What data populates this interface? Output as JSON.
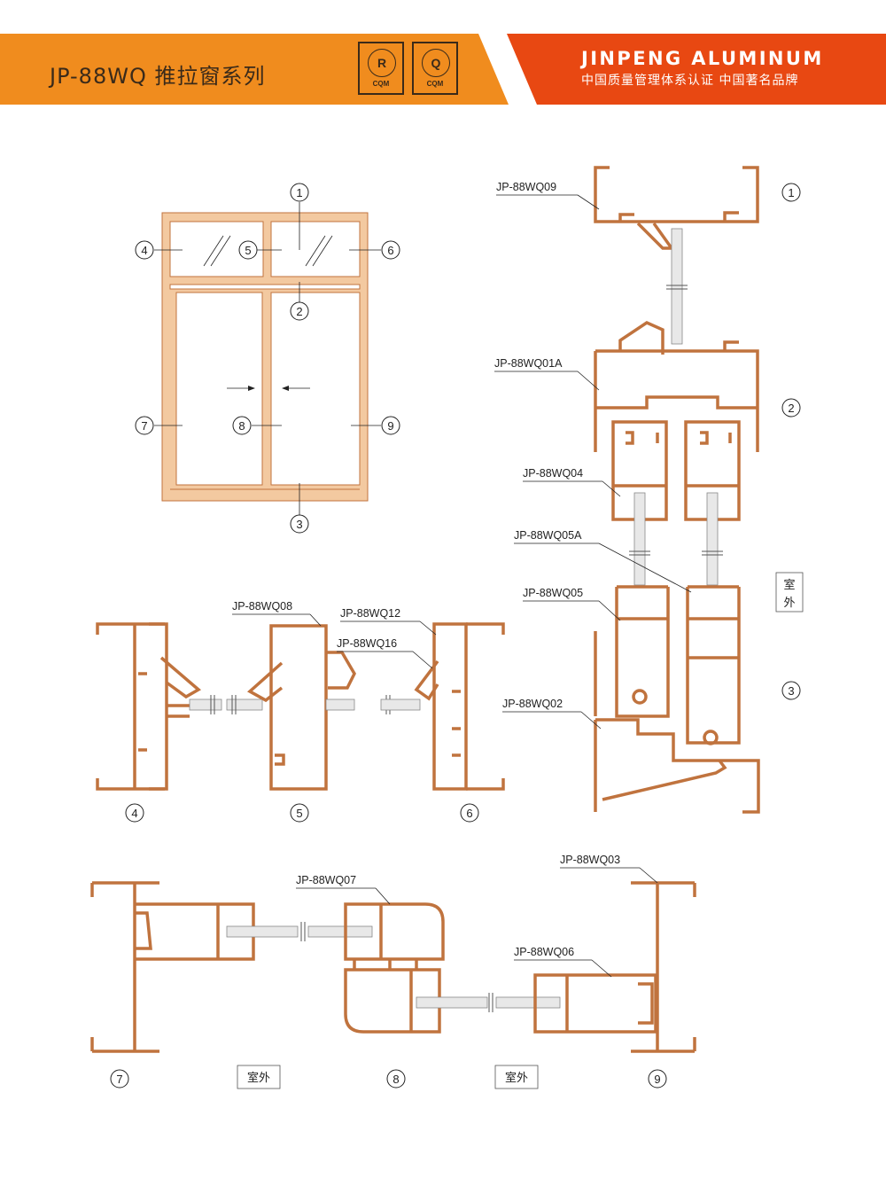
{
  "header": {
    "title": "JP-88WQ 推拉窗系列",
    "brand": "JINPENG ALUMINUM",
    "brand_sub": "中国质量管理体系认证 中国著名品牌",
    "badges": [
      {
        "symbol": "R",
        "caption": "CQM"
      },
      {
        "symbol": "Q",
        "caption": "CQM"
      }
    ],
    "colors": {
      "orange": "#f08c1e",
      "red_orange": "#e84812",
      "dark": "#3a2a1a"
    }
  },
  "elevation": {
    "markers": [
      "1",
      "2",
      "3",
      "4",
      "5",
      "6",
      "7",
      "8",
      "9"
    ]
  },
  "sections": {
    "vertical_markers": [
      "1",
      "2",
      "3"
    ],
    "head_labels": [
      "JP-88WQ09",
      "JP-88WQ01A",
      "JP-88WQ04",
      "JP-88WQ05A",
      "JP-88WQ05",
      "JP-88WQ02"
    ],
    "outside_vertical": [
      "室",
      "外"
    ],
    "transom_labels": [
      "JP-88WQ08",
      "JP-88WQ12",
      "JP-88WQ16"
    ],
    "transom_markers": [
      "4",
      "5",
      "6"
    ],
    "sash_labels": [
      "JP-88WQ07",
      "JP-88WQ03",
      "JP-88WQ06"
    ],
    "sash_markers": [
      "7",
      "8",
      "9"
    ],
    "outside": "室外"
  },
  "colors": {
    "frame": "#c0733e",
    "frame_fill": "#ffffff",
    "glass": "#cccccc",
    "profile_fill": "#f7e0c8"
  }
}
